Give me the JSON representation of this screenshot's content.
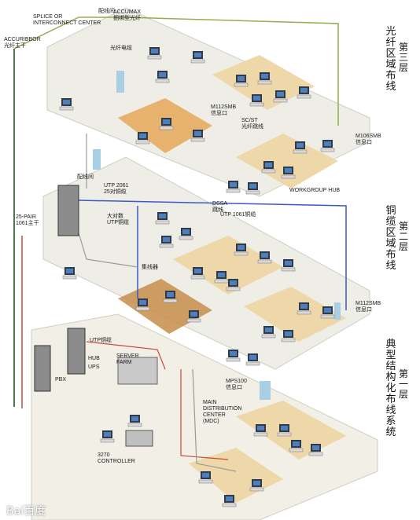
{
  "diagram": {
    "labels": {
      "splice": "SPLICE OR\nINTERCONNECT CENTER",
      "dist_room_top": "配线间",
      "accumax": "ACCUMAX\n捆绑型光纤",
      "accuribbor": "ACCURIBBOR\n光纤主干",
      "fiber_cable": "光纤电缆",
      "m112smb_top": "M112SMB\n信息口",
      "scst": "SC/ST\n光纤跳线",
      "m106smb": "M106SMB\n信息口",
      "workgroup_hub": "WORKGROUP HUB",
      "dssa": "DSSA\n跳线",
      "utp1061": "UTP 1061铜缆",
      "dist_room_mid": "配线间",
      "utp2061": "UTP 2061\n25对铜缆",
      "pair25": "25-PAIR\n1061主干",
      "large_utp": "大对数\nUTP铜缆",
      "hub_cn": "集线器",
      "m112smb_mid": "M112SMB\n信息口",
      "utp_cn": "UTP铜缆",
      "hub_en": "HUB",
      "ups": "UPS",
      "server_farm": "SERVER\nFARM",
      "pbx": "PBX",
      "mps100": "MPS100\n信息口",
      "mdc": "MAIN\nDISTRIBUTION\nCENTER\n(MDC)",
      "controller": "3270\nCONTROLLER"
    },
    "side_labels": {
      "l3_title": "光纤区域布线",
      "l3_floor": "第三层",
      "l2_title": "铜缆区域布线",
      "l2_floor": "第二层",
      "l1_title": "典型结构化布线系统",
      "l1_floor": "第一层"
    },
    "watermark": "Bai百度",
    "colors": {
      "floor": "#eeede6",
      "floor_edge": "#cfcfc4",
      "office": "#e4a24f",
      "office_light": "#eed7a8",
      "fiber": "#8fb04a",
      "blue": "#3d58c8",
      "gray_cable": "#9a9a9a",
      "red": "#c84a3a",
      "glass": "#a9cfe4",
      "monitor": "#2f3b4c",
      "screen": "#4f7fb8"
    }
  }
}
